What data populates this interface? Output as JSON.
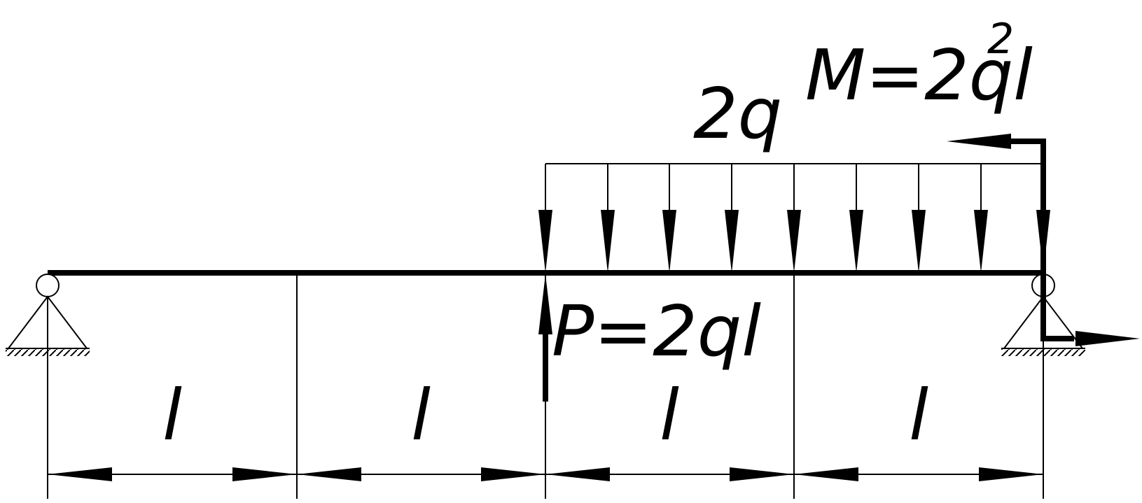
{
  "loads": {
    "distributed": "2q",
    "moment": "M=2ql",
    "moment_exponent": "2",
    "point_force": "P=2ql"
  },
  "spans": [
    "l",
    "l",
    "l",
    "l"
  ],
  "colors": {
    "ink": "#000000",
    "background": "#ffffff"
  }
}
